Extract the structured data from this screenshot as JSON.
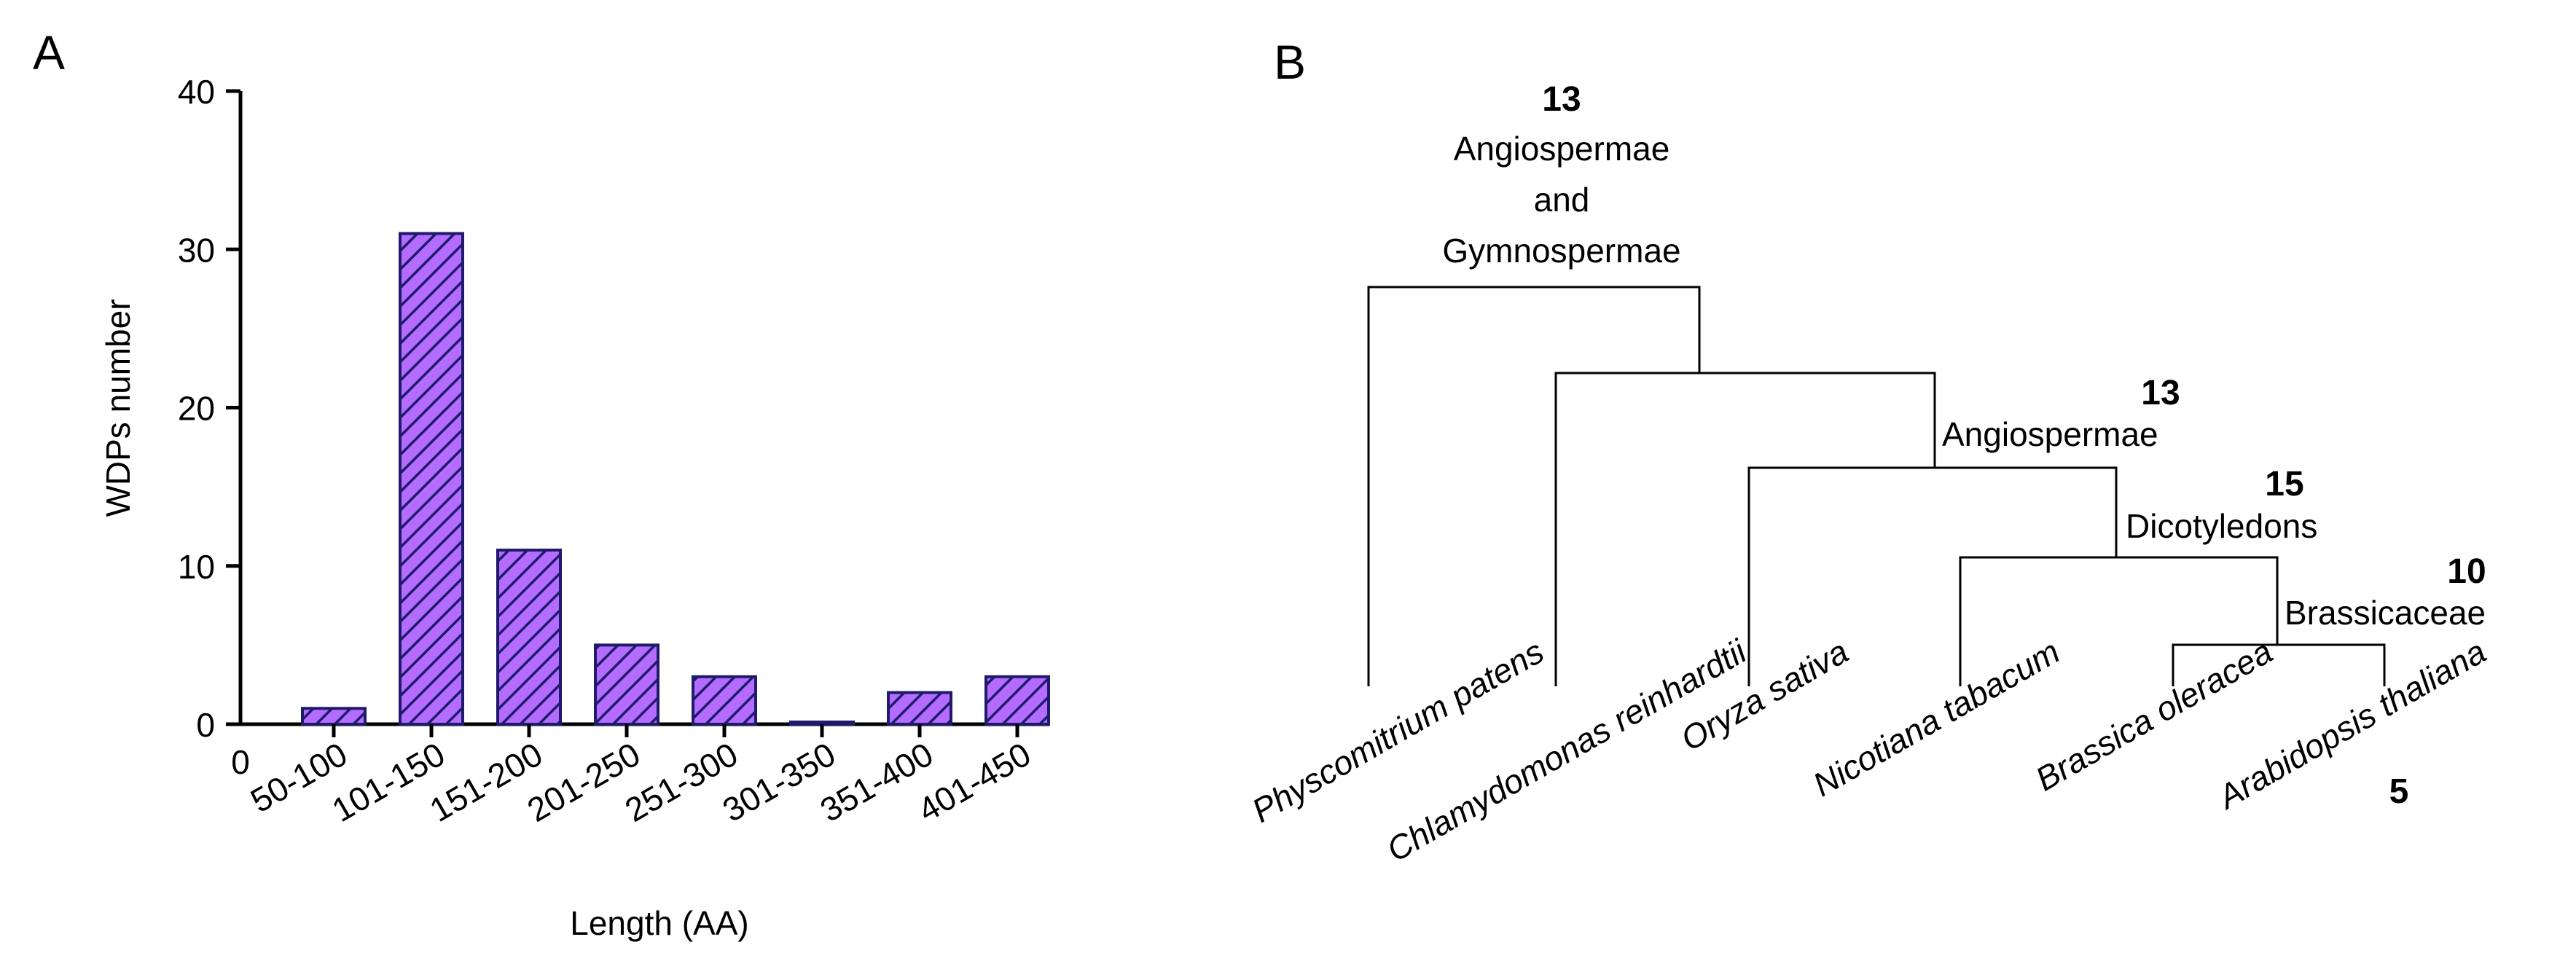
{
  "chart_data": [
    {
      "panel": "A",
      "type": "bar",
      "xlabel": "Length (AA)",
      "ylabel": "WDPs number",
      "ylim": [
        0,
        40
      ],
      "yticks": [
        "0",
        "10",
        "20",
        "30",
        "40"
      ],
      "x_zero_label": "0",
      "categories": [
        "50-100",
        "101-150",
        "151-200",
        "201-250",
        "251-300",
        "301-350",
        "351-400",
        "401-450"
      ],
      "values": [
        1,
        31,
        11,
        5,
        3,
        0,
        2,
        3
      ],
      "bar_color": "#B46CFF",
      "bar_hatch_color": "#1F1A6B",
      "grid": false
    },
    {
      "panel": "B",
      "type": "tree",
      "leaves": [
        "Physcomitrium patens",
        "Chlamydomonas reinhardtii",
        "Oryza sativa",
        "Nicotiana tabacum",
        "Brassica oleracea",
        "Arabidopsis thaliana"
      ],
      "clades": [
        {
          "count": "13",
          "name_lines": [
            "Angiospermae",
            "and",
            "Gymnospermae"
          ],
          "color": "#F0A020"
        },
        {
          "count": "13",
          "name_lines": [
            "Angiospermae"
          ],
          "color": "#8E1F8E"
        },
        {
          "count": "15",
          "name_lines": [
            "Dicotyledons"
          ],
          "color": "#29ABE2"
        },
        {
          "count": "10",
          "name_lines": [
            "Brassicaceae"
          ],
          "color": "#3AAA35"
        }
      ],
      "leaf_count": {
        "leaf": "Arabidopsis thaliana",
        "count": "5",
        "color": "#E0202A"
      }
    }
  ],
  "panel_labels": {
    "a": "A",
    "b": "B"
  }
}
